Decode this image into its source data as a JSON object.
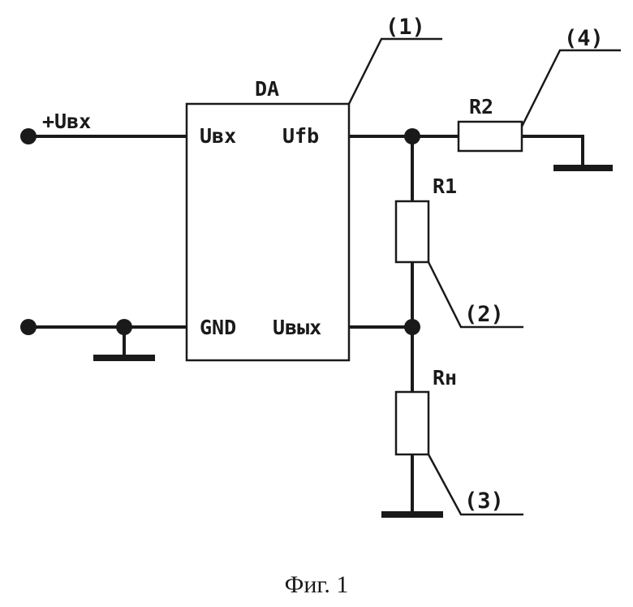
{
  "diagram": {
    "block_name": "DA",
    "pins": {
      "input": "Uвх",
      "feedback": "Ufb",
      "ground": "GND",
      "output": "Uвых"
    },
    "input_terminal_label": "+Uвх",
    "resistors": {
      "r1": "R1",
      "r2": "R2",
      "load": "Rн"
    },
    "callouts": {
      "c1": "(1)",
      "c2": "(2)",
      "c3": "(3)",
      "c4": "(4)"
    },
    "caption": "Фиг. 1"
  }
}
